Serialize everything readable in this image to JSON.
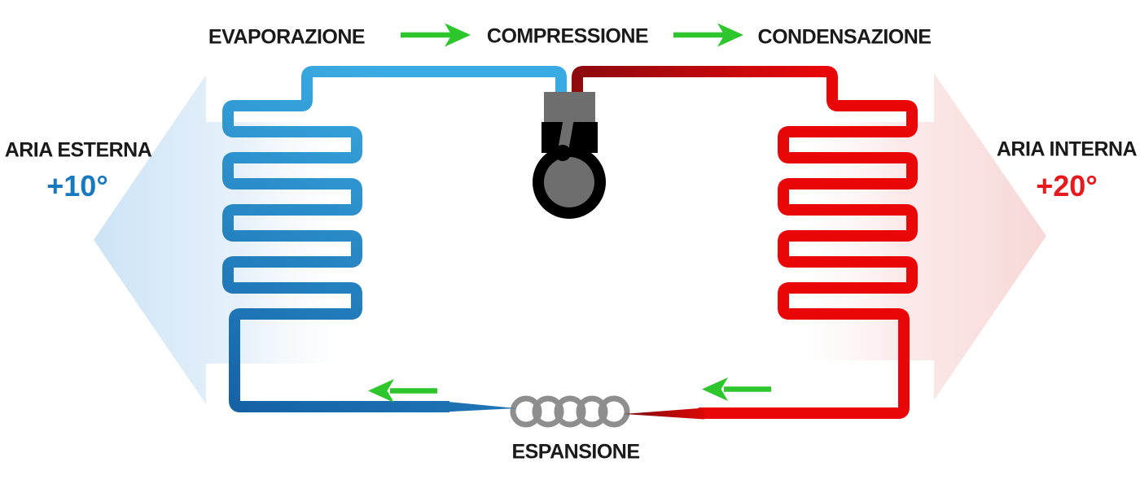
{
  "diagram": {
    "stages": {
      "evaporation": "EVAPORAZIONE",
      "compression": "COMPRESSIONE",
      "condensation": "CONDENSAZIONE",
      "expansion": "ESPANSIONE"
    },
    "left_air": {
      "label": "ARIA ESTERNA",
      "temperature": "+10°"
    },
    "right_air": {
      "label": "ARIA INTERNA",
      "temperature": "+20°"
    }
  },
  "icons": {
    "compressor-icon": "piston with flywheel",
    "evaporator-coil-icon": "blue serpentine pipe",
    "condenser-coil-icon": "red serpentine pipe",
    "expansion-valve-icon": "gray spring coil",
    "flow-arrow-icon": "green flow direction arrow",
    "outside-air-arrow-icon": "light blue arrow pointing left",
    "inside-air-arrow-icon": "light red arrow pointing right"
  },
  "colors": {
    "pipe_blue_light": "#3aabe2",
    "pipe_blue_dark": "#1563a6",
    "pipe_red_bright": "#e90707",
    "pipe_red_dark": "#8c0a0f",
    "flow_green": "#2dc62d",
    "temp_blue": "#1879bf",
    "temp_red": "#e8191c",
    "metal_gray": "#6e6e6e",
    "spring_gray": "#8e8e8e",
    "bg_arrow_blue": "#cde4f6",
    "bg_arrow_pink": "#f8d8d8",
    "text": "#1a1a1a"
  }
}
